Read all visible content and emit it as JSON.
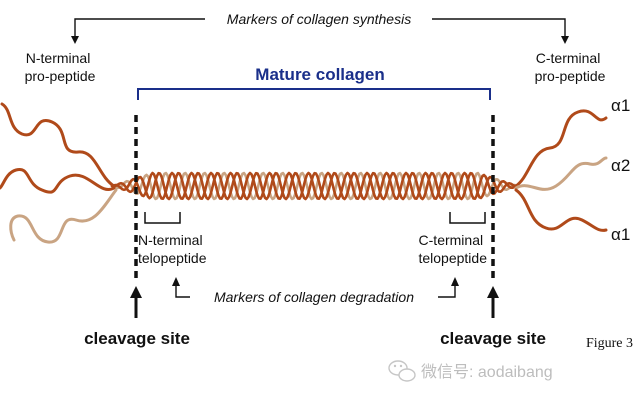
{
  "synthesis_label": "Markers of collagen synthesis",
  "degradation_label": "Markers of collagen degradation",
  "mature_label": "Mature collagen",
  "n_propeptide": [
    "N-terminal",
    "pro-peptide"
  ],
  "c_propeptide": [
    "C-terminal",
    "pro-peptide"
  ],
  "n_telopeptide": [
    "N-terminal",
    "telopeptide"
  ],
  "c_telopeptide": [
    "C-terminal",
    "telopeptide"
  ],
  "cleavage_left": "cleavage site",
  "cleavage_right": "cleavage site",
  "chain_labels": [
    "α1",
    "α2",
    "α1"
  ],
  "figure_label": "Figure 3",
  "watermark": "微信号: aodaibang",
  "colors": {
    "alpha1": "#b04a1a",
    "alpha2": "#c9a483",
    "bracket_blue": "#1a2f8a",
    "black": "#111111"
  }
}
